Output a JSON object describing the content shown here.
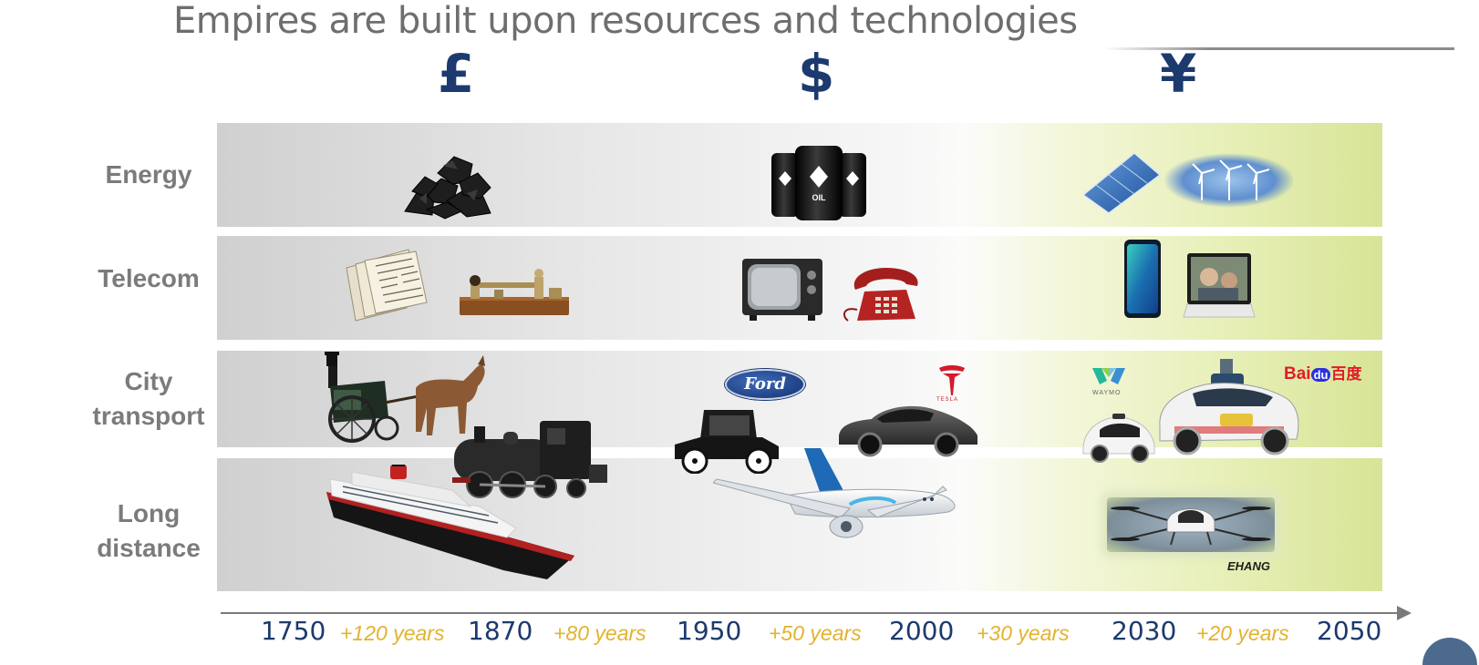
{
  "title": "Empires are built upon resources and technologies",
  "currencies": [
    "£",
    "$",
    "¥"
  ],
  "rows": [
    "Energy",
    "Telecom",
    "City transport",
    "Long distance"
  ],
  "row_label_lines": {
    "energy": "Energy",
    "telecom": "Telecom",
    "city_1": "City",
    "city_2": "transport",
    "long_1": "Long",
    "long_2": "distance"
  },
  "timeline": {
    "years": [
      "1750",
      "1870",
      "1950",
      "2000",
      "2030",
      "2050"
    ],
    "gaps": [
      "+120 years",
      "+80 years",
      "+50 years",
      "+30 years",
      "+20 years"
    ]
  },
  "brands": {
    "ford": "Ford",
    "tesla": "TESLA",
    "waymo": "WAYMO",
    "baidu_1": "Bai",
    "baidu_2": "du",
    "baidu_3": "百度",
    "ehang": "EHANG",
    "oil": "OIL"
  },
  "colors": {
    "title": "#6e6e6e",
    "currency": "#1c3a6e",
    "row_label": "#7b7b7b",
    "year": "#1c3a6e",
    "gap": "#e3b22e",
    "band_left": "#d0d0d0",
    "band_right": "#d8e496"
  }
}
